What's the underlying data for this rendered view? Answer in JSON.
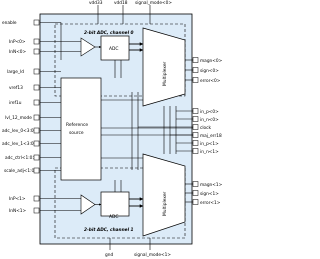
{
  "chart_data": {
    "type": "block-diagram",
    "top_pins": [
      "vdd33",
      "vdd18",
      "signal_mode<0>"
    ],
    "bottom_pins": [
      "gnd",
      "signal_mode<1>"
    ],
    "left_pins": [
      "enable",
      "InP<0>",
      "InN<0>",
      "large_ld",
      "vref13",
      "iref1u",
      "lvl_12_mode",
      "adc_lev_0<3:0>",
      "adc_lev_1<3:0>",
      "adc_ctrl<1:0>",
      "scale_adj<1:0>",
      "InP<1>",
      "InN<1>"
    ],
    "right_pins_ch0": [
      "magn<0>",
      "sign<0>",
      "error<0>"
    ],
    "right_pins_mid": [
      "in_p<0>",
      "in_n<0>",
      "clock",
      "maj_err18",
      "in_p<1>",
      "in_n<1>"
    ],
    "right_pins_ch1": [
      "magn<1>",
      "sign<1>",
      "error<1>"
    ],
    "blocks": {
      "channel0": "2-bit ADC, channel 0",
      "channel1": "2-bit ADC, channel 1",
      "adc": "ADC",
      "reference": [
        "Reference",
        "source"
      ],
      "multiplexer": "Multiplexer"
    },
    "colors": {
      "background": "#dcebf8",
      "block": "#ffffff",
      "stroke": "#000000"
    }
  }
}
